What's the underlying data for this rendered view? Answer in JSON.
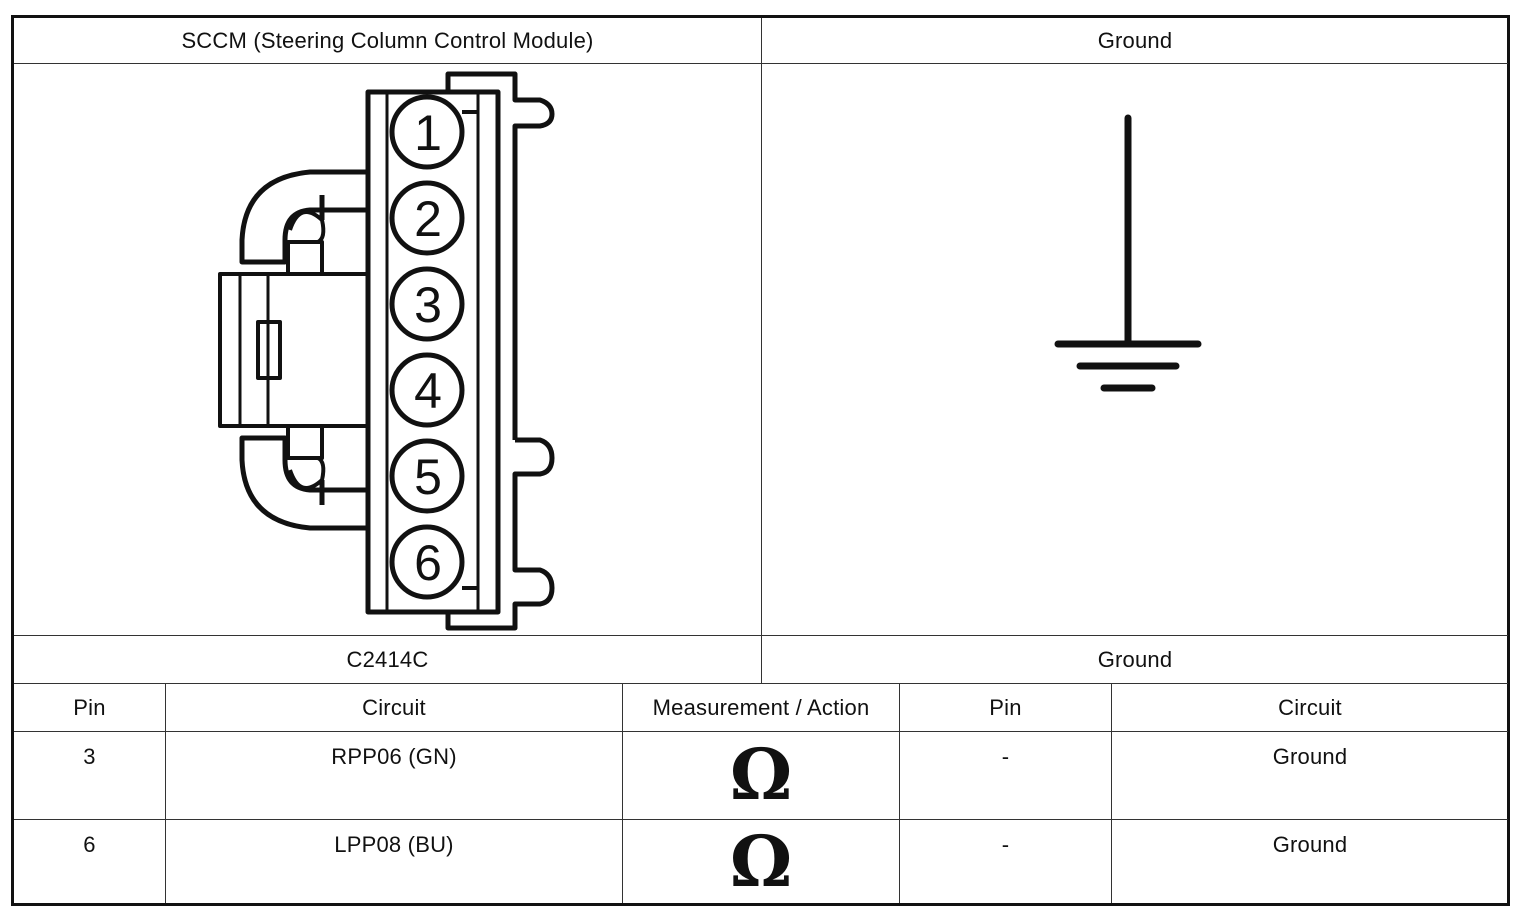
{
  "header": {
    "left_title": "SCCM (Steering Column Control Module)",
    "right_title": "Ground"
  },
  "connector": {
    "pins": [
      "1",
      "2",
      "3",
      "4",
      "5",
      "6"
    ],
    "left_label": "C2414C",
    "right_label": "Ground"
  },
  "table": {
    "columns": [
      "Pin",
      "Circuit",
      "Measurement / Action",
      "Pin",
      "Circuit"
    ],
    "rows": [
      {
        "pin": "3",
        "circuit": "RPP06 (GN)",
        "measurement": "Ω",
        "pin2": "-",
        "circuit2": "Ground"
      },
      {
        "pin": "6",
        "circuit": "LPP08 (BU)",
        "measurement": "Ω",
        "pin2": "-",
        "circuit2": "Ground"
      }
    ]
  }
}
